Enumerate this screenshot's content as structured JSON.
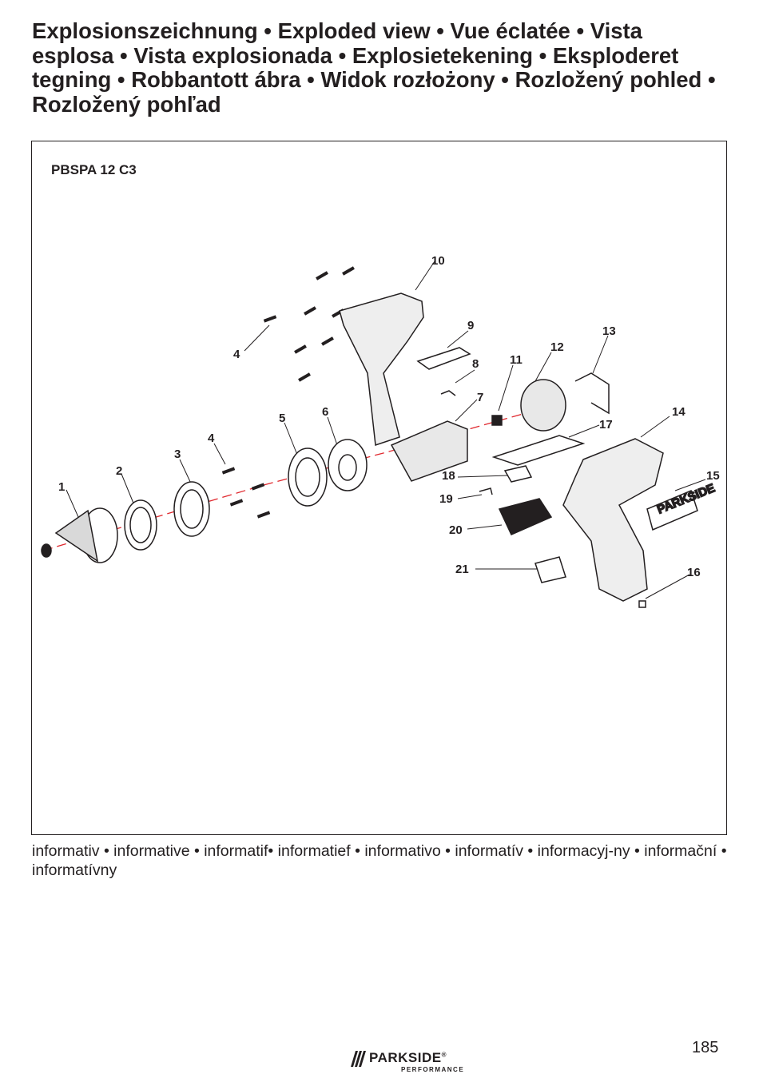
{
  "heading": "Explosionszeichnung • Exploded view • Vue éclatée • Vista esplosa • Vista explosionada • Explosietekening • Eksploderet tegning • Robbantott ábra • Widok rozłożony • Rozložený pohled • Rozložený pohľad",
  "model": "PBSPA 12 C3",
  "part_labels": [
    "1",
    "2",
    "3",
    "4",
    "4",
    "5",
    "6",
    "7",
    "8",
    "9",
    "10",
    "11",
    "12",
    "13",
    "14",
    "15",
    "16",
    "17",
    "18",
    "19",
    "20",
    "21"
  ],
  "footer_note": "informativ • informative • informatif• informatief • informativo • informatív • informacyj-ny • informační • informatívny",
  "page_number": "185",
  "logo": {
    "name": "PARKSIDE",
    "registered": "®",
    "tagline": "PERFORMANCE"
  },
  "colors": {
    "text": "#231f20",
    "axis_line": "#e0282e",
    "background": "#ffffff"
  }
}
